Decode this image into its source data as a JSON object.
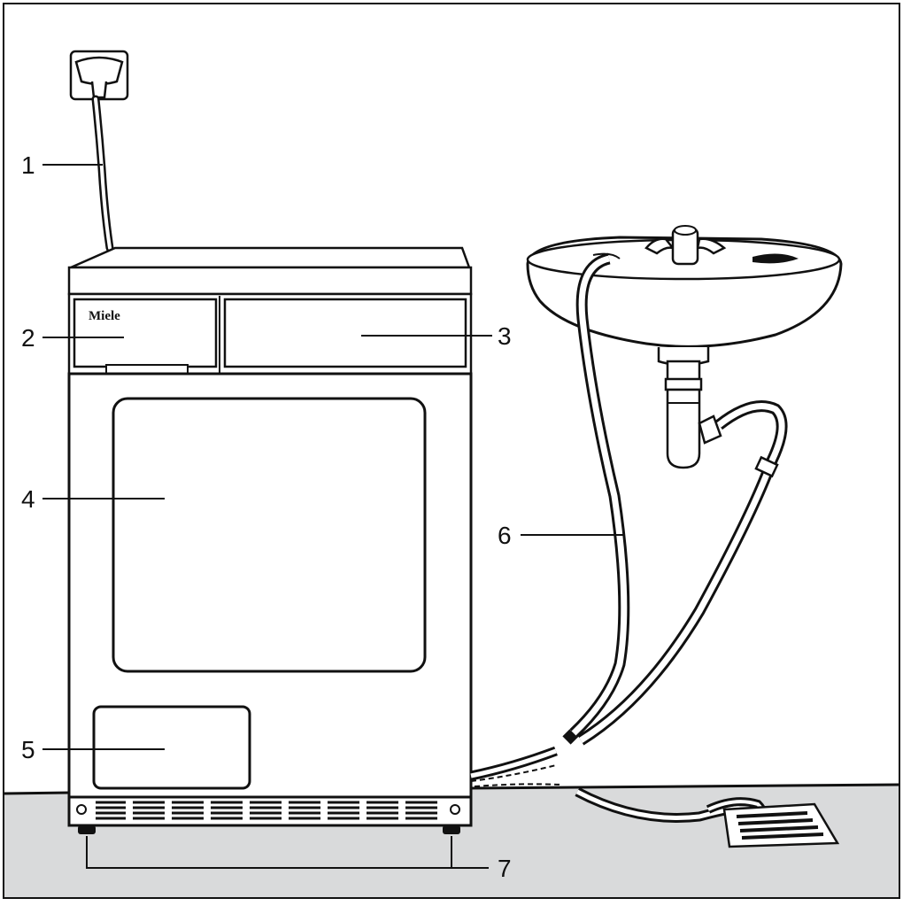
{
  "diagram": {
    "brand_label": "Miele",
    "callouts": [
      {
        "id": "1",
        "label": "1"
      },
      {
        "id": "2",
        "label": "2"
      },
      {
        "id": "3",
        "label": "3"
      },
      {
        "id": "4",
        "label": "4"
      },
      {
        "id": "5",
        "label": "5"
      },
      {
        "id": "6",
        "label": "6"
      },
      {
        "id": "7",
        "label": "7"
      }
    ],
    "colors": {
      "line": "#111111",
      "floor": "#d9dadb",
      "background": "#ffffff"
    }
  }
}
